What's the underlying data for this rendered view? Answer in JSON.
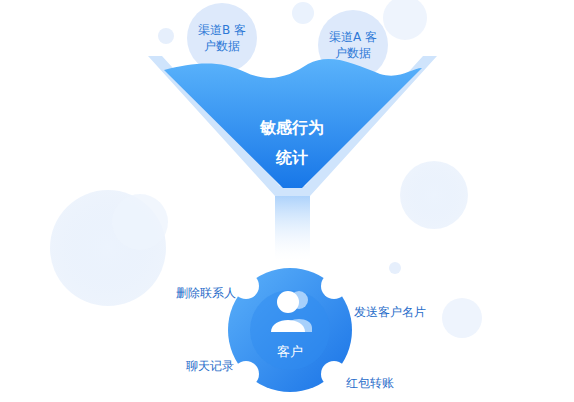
{
  "diagram": {
    "nodes": [
      {
        "text": [
          "渠道B 客户数据"
        ]
      },
      {
        "text": [
          "渠道A 客户数据"
        ]
      },
      {
        "text": [
          "敏感行为 统计"
        ]
      },
      {
        "text": [
          "客户"
        ]
      }
    ],
    "labels": [
      "删除联系人",
      "发送客户名片",
      "聊天记录",
      "红包转账"
    ]
  }
}
